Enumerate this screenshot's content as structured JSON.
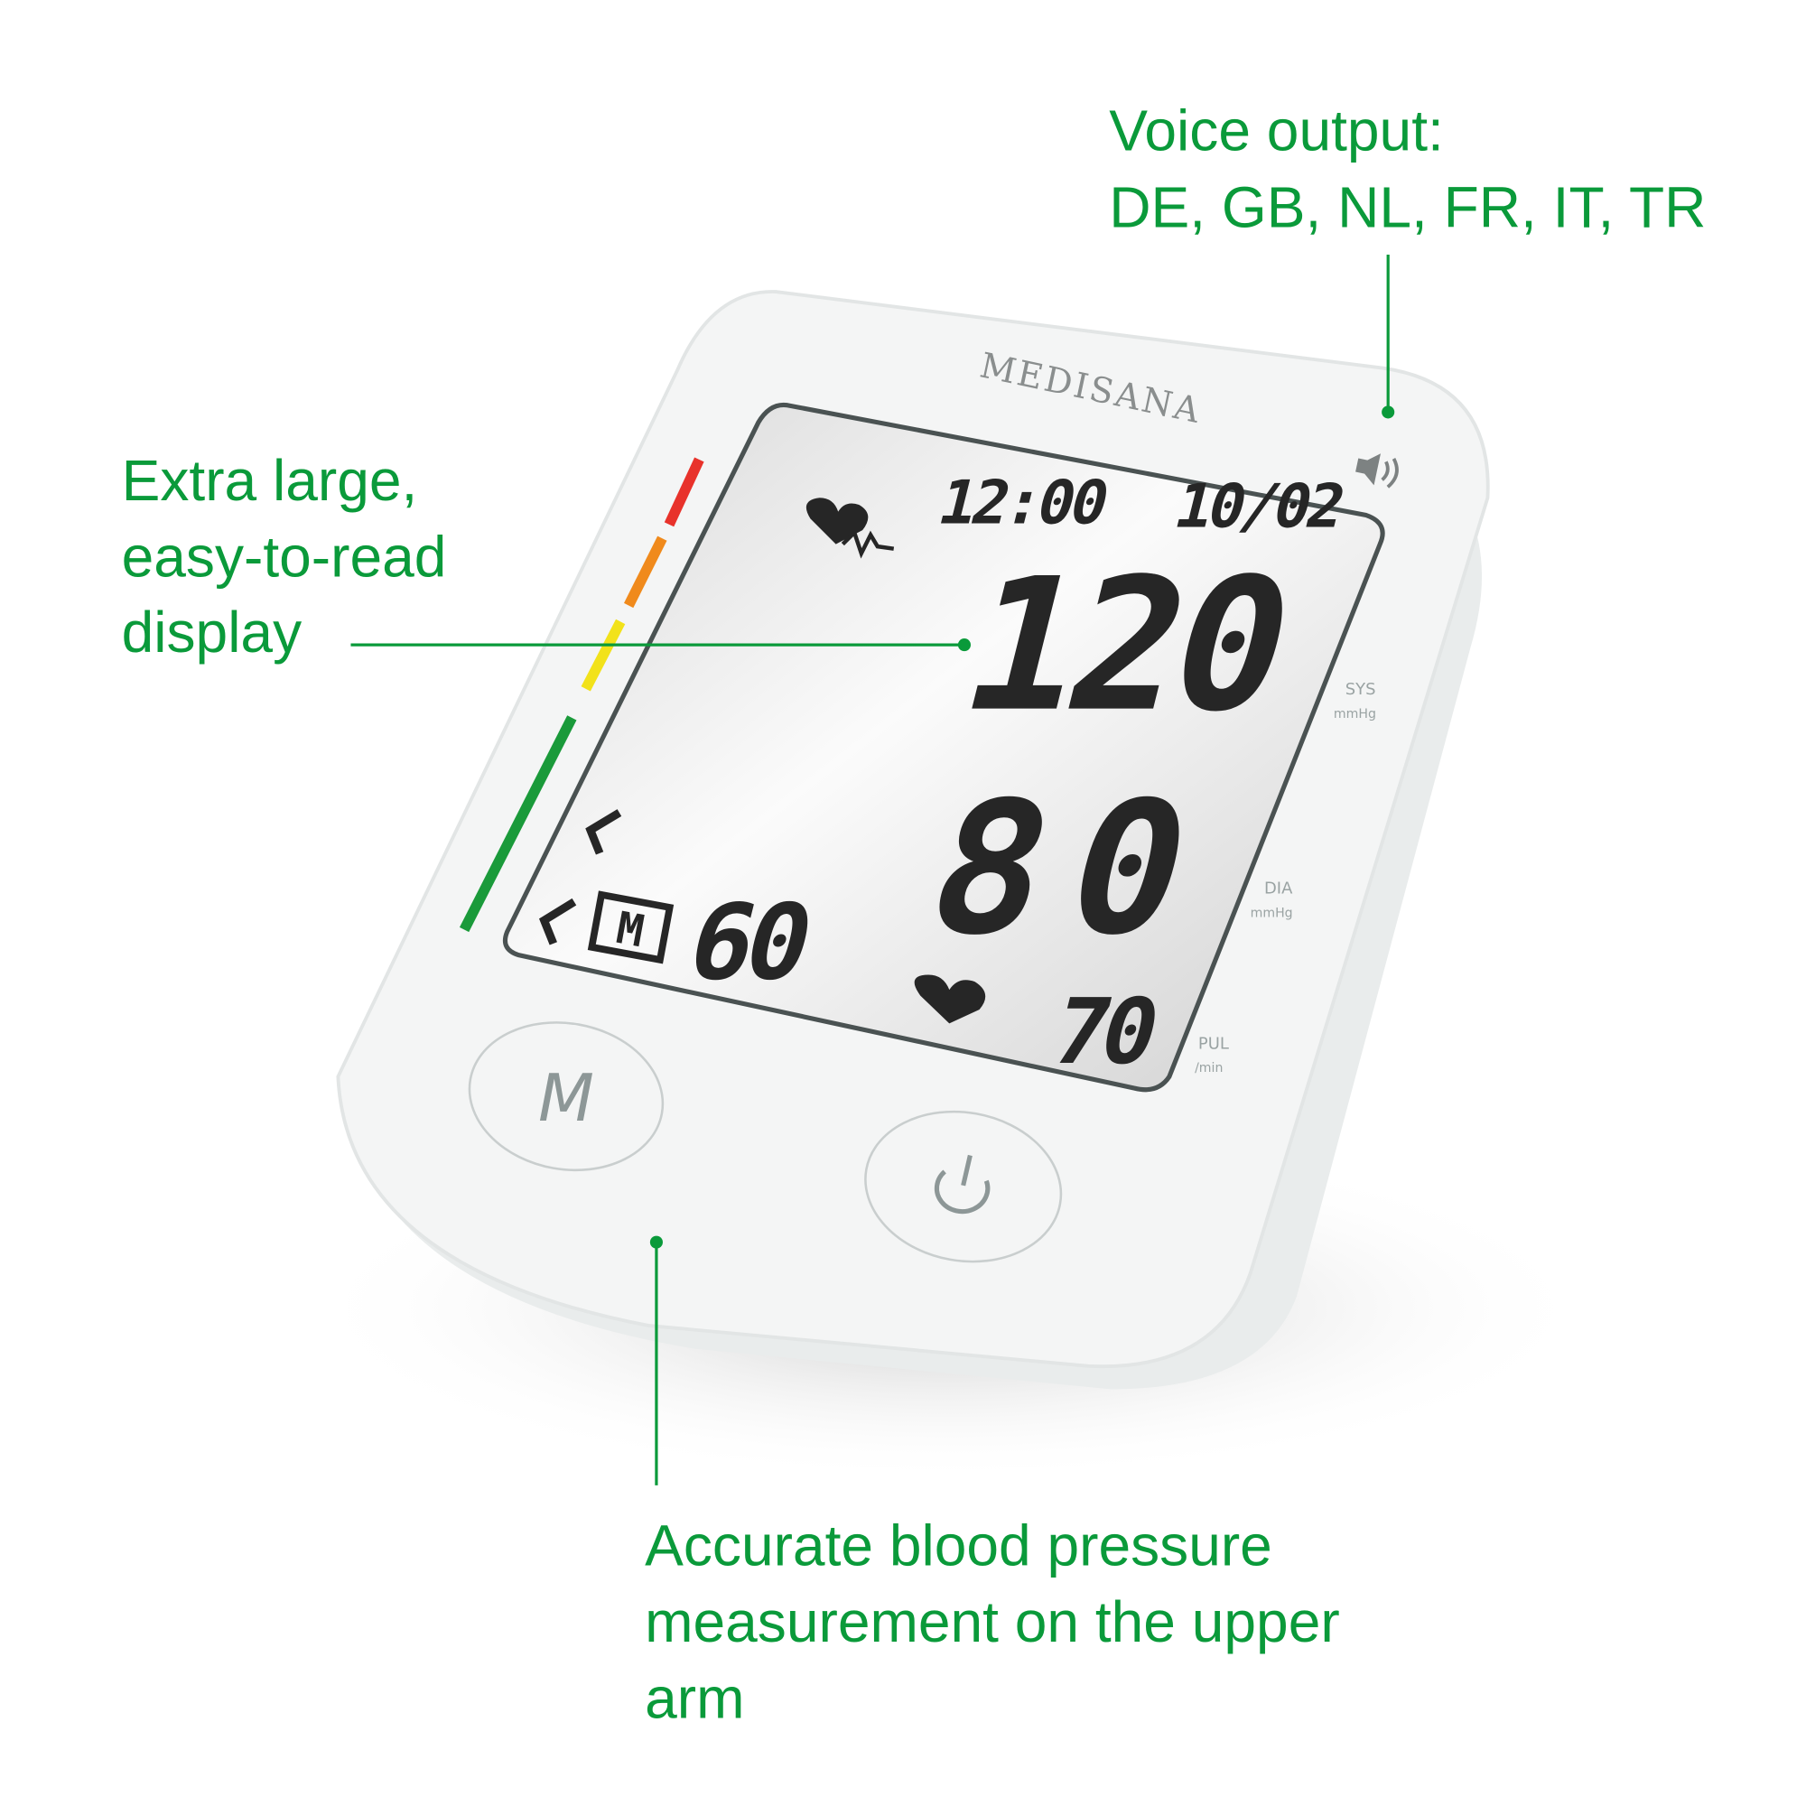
{
  "callouts": {
    "voice": {
      "line1": "Voice output:",
      "line2": "DE, GB, NL, FR, IT, TR"
    },
    "display": {
      "line1": "Extra large,",
      "line2": "easy-to-read",
      "line3": "display"
    },
    "measurement": {
      "line1": "Accurate blood pressure",
      "line2": "measurement on the upper",
      "line3": "arm"
    }
  },
  "device": {
    "brand": "MEDISANA",
    "lcd": {
      "time": "12:00",
      "date": "10/02",
      "systolic": "120",
      "diastolic": "80",
      "memory_indicator": "M",
      "memory_value": "60",
      "pulse": "70"
    },
    "side_labels": {
      "sys": "SYS",
      "sys_unit": "mmHg",
      "dia": "DIA",
      "dia_unit": "mmHg",
      "pul": "PUL",
      "pul_unit": "/min"
    },
    "buttons": {
      "memory": "M",
      "power": "power-icon"
    },
    "who_scale_colors": [
      "#e8322b",
      "#f08a1c",
      "#f2e21a",
      "#1a9a3a"
    ]
  },
  "colors": {
    "accent": "#0a9a3a"
  }
}
